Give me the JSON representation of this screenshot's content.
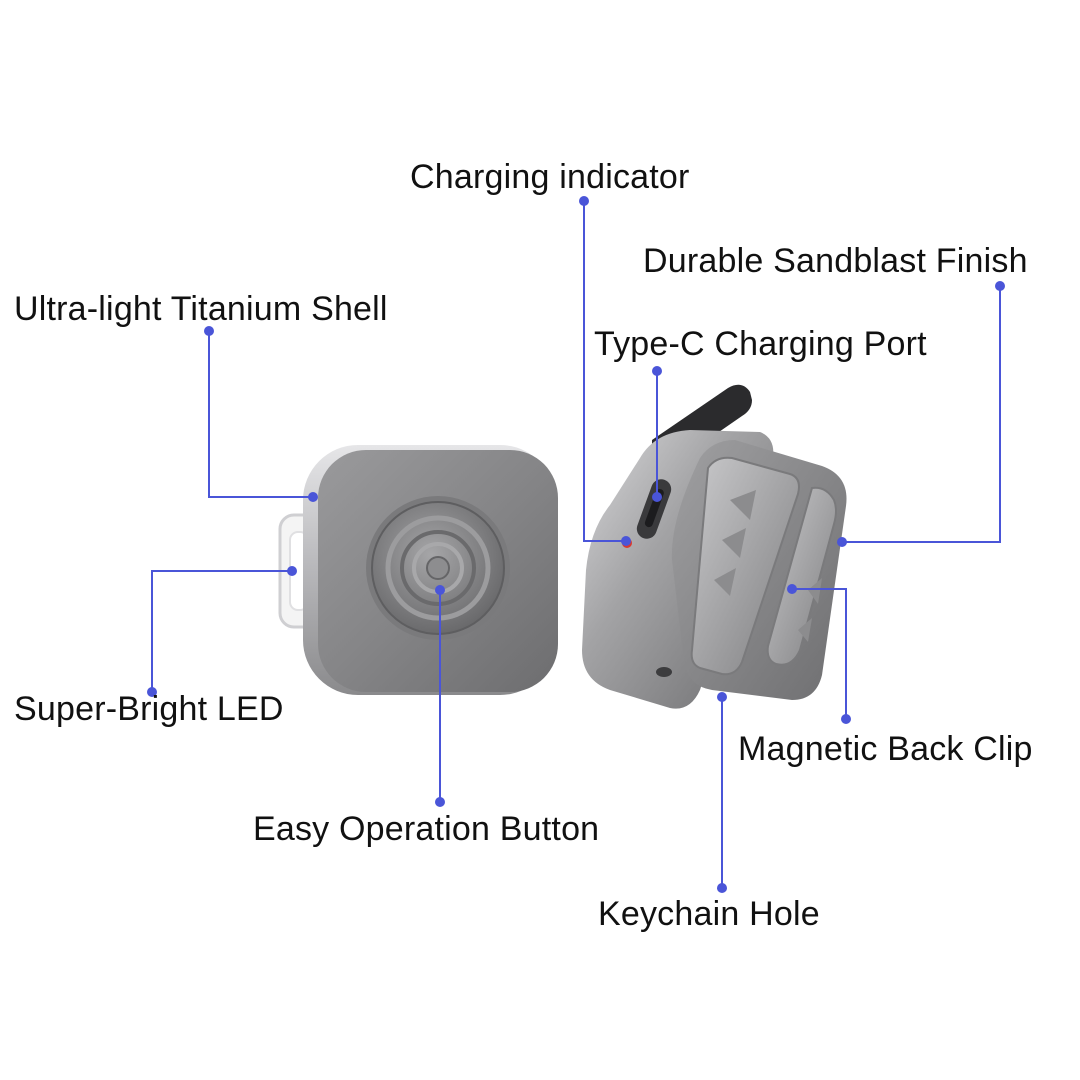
{
  "accent_color": "#4a55d8",
  "labels": {
    "charging_indicator": "Charging indicator",
    "sandblast_finish": "Durable Sandblast Finish",
    "titanium_shell": "Ultra-light Titanium Shell",
    "type_c_port": "Type-C Charging Port",
    "super_bright_led": "Super-Bright LED",
    "magnetic_back_clip": "Magnetic Back Clip",
    "operation_button": "Easy Operation Button",
    "keychain_hole": "Keychain Hole"
  }
}
